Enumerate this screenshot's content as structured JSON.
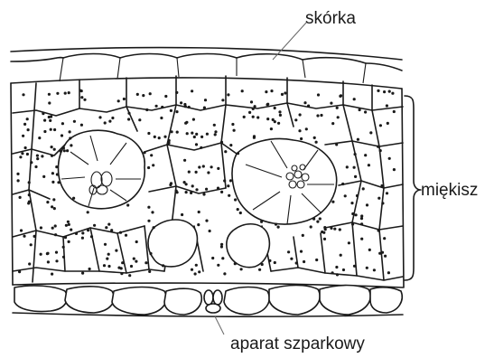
{
  "diagram": {
    "labels": {
      "epidermis": "skórka",
      "mesophyll": "miękisz",
      "stomata": "aparat szparkowy"
    }
  }
}
